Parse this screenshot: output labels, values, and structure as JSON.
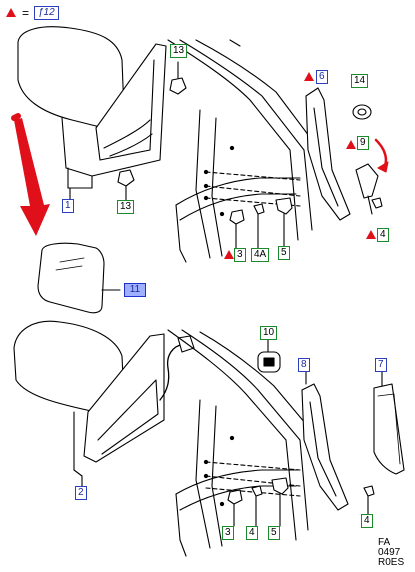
{
  "legend": {
    "equals": "=",
    "ref": "ƒ12"
  },
  "labels": {
    "l1": "1",
    "l2": "2",
    "l3a": "3",
    "l3b": "3",
    "l4a": "4A",
    "l4b": "4",
    "l4c": "4",
    "l5a": "5",
    "l5b": "5",
    "l6": "6",
    "l7": "7",
    "l8": "8",
    "l9": "9",
    "l10": "10",
    "l11": "11",
    "l13a": "13",
    "l13b": "13",
    "l14": "14"
  },
  "footer": {
    "line1": "FA",
    "line2": "0497",
    "line3": "R0ES"
  },
  "colors": {
    "marker": "#e0101a",
    "green_box": "#1a8a2a",
    "blue_box": "#2c3fbf",
    "highlight": "#9fb0ff"
  }
}
